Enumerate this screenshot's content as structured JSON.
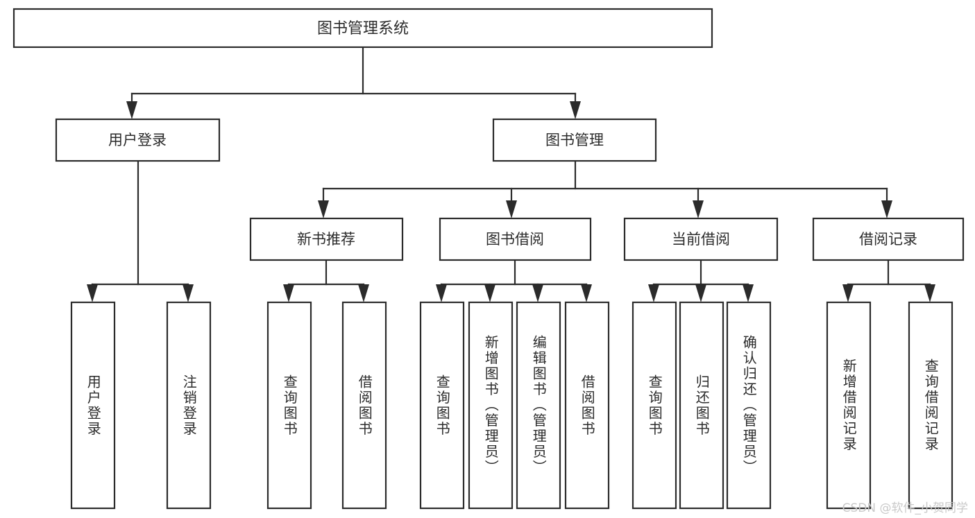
{
  "diagram": {
    "title": "图书管理系统",
    "watermark": "CSDN @软件_小贺同学",
    "colors": {
      "stroke": "#2b2b2b",
      "fill": "#ffffff",
      "text": "#2b2b2b",
      "watermark": "#c9c9c9",
      "background": "#ffffff"
    }
  },
  "chart_data": {
    "type": "tree",
    "title": "图书管理系统",
    "orientation": "top-down",
    "root": {
      "label": "图书管理系统",
      "children": [
        {
          "label": "用户登录",
          "children": [
            {
              "label": "用户登录"
            },
            {
              "label": "注销登录"
            }
          ]
        },
        {
          "label": "图书管理",
          "children": [
            {
              "label": "新书推荐",
              "children": [
                {
                  "label": "查询图书"
                },
                {
                  "label": "借阅图书"
                }
              ]
            },
            {
              "label": "图书借阅",
              "children": [
                {
                  "label": "查询图书"
                },
                {
                  "label": "新增图书（管理员）"
                },
                {
                  "label": "编辑图书（管理员）"
                },
                {
                  "label": "借阅图书"
                }
              ]
            },
            {
              "label": "当前借阅",
              "children": [
                {
                  "label": "查询图书"
                },
                {
                  "label": "归还图书"
                },
                {
                  "label": "确认归还（管理员）"
                }
              ]
            },
            {
              "label": "借阅记录",
              "children": [
                {
                  "label": "新增借阅记录"
                },
                {
                  "label": "查询借阅记录"
                }
              ]
            }
          ]
        }
      ]
    }
  },
  "nodes": {
    "root": {
      "label": "图书管理系统"
    },
    "level2": [
      {
        "label": "用户登录"
      },
      {
        "label": "图书管理"
      }
    ],
    "level3": [
      {
        "label": "新书推荐"
      },
      {
        "label": "图书借阅"
      },
      {
        "label": "当前借阅"
      },
      {
        "label": "借阅记录"
      }
    ],
    "leaves": [
      {
        "label": "用户登录"
      },
      {
        "label": "注销登录"
      },
      {
        "label": "查询图书"
      },
      {
        "label": "借阅图书"
      },
      {
        "label": "查询图书"
      },
      {
        "label": "新增图书（管理员）"
      },
      {
        "label": "编辑图书（管理员）"
      },
      {
        "label": "借阅图书"
      },
      {
        "label": "查询图书"
      },
      {
        "label": "归还图书"
      },
      {
        "label": "确认归还（管理员）"
      },
      {
        "label": "新增借阅记录"
      },
      {
        "label": "查询借阅记录"
      }
    ]
  }
}
